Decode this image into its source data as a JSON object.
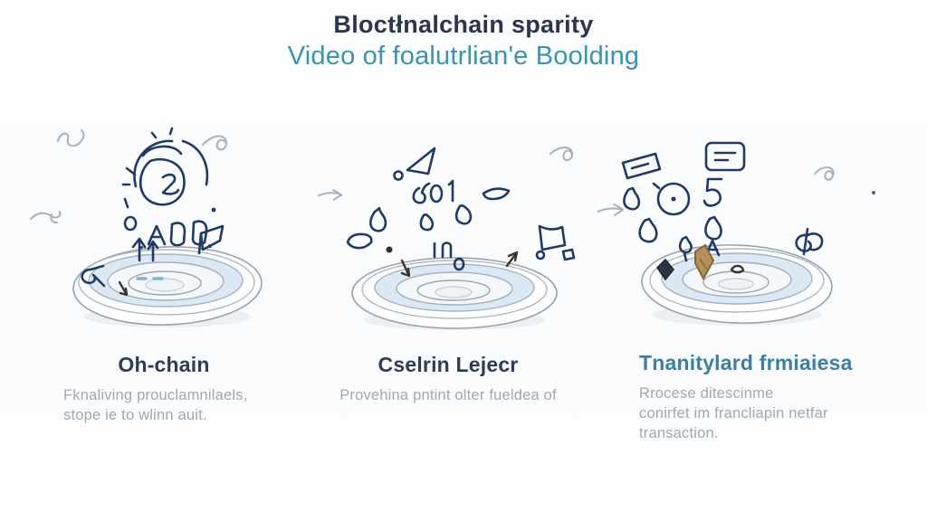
{
  "page": {
    "background_color": "#fbfcfd",
    "title": "Bloctłnalchain sparity",
    "title_color": "#2b3550",
    "subtitle": "Video of foalutrlian'e Boolding",
    "subtitle_color": "#3a93b0",
    "description_color": "#a2a8af"
  },
  "sketch_colors": {
    "squiggle_line": "#a4b1be",
    "icon_navy": "#1f3a66",
    "dark_brown": "#3a362e",
    "bowl_line": "#97a2ae",
    "water_blue": "#dce9f4",
    "gold_gem": "#b5905a"
  },
  "sections": [
    {
      "id": "on-chain",
      "heading": "Oh-chain",
      "heading_color": "#2d3c59",
      "description": "Fknaliving prouclamnilaels,\nstope ie to wlinn auit.",
      "illustration": "sketched ripple bowl with clock doodle, house shapes, up arrows, pennant flag and scribbles",
      "icons": [
        "clock-doodle",
        "house-shapes",
        "up-arrows",
        "pennant-flag",
        "r-scribble",
        "falling-arrow",
        "squiggles"
      ]
    },
    {
      "id": "central-ledger",
      "heading": "Cselrin Lejecr",
      "heading_color": "#2d3c59",
      "description": "Provehina pntint olter fueldea of",
      "illustration": "sketched ripple bowl with falling droplet tokens, pennant flags, digits and leaf",
      "icons": [
        "pennant-flag",
        "digit-tokens",
        "droplets",
        "leaf",
        "flag-card",
        "arrows",
        "squiggles"
      ]
    },
    {
      "id": "transactions",
      "heading": "Tnanitylard frmiaiesa",
      "heading_color": "#3b7fa9",
      "description": "Rrocese ditescinme\nconirfet im francliapin netfar\ntransaction.",
      "illustration": "sketched ripple bowl with message card, clock, droplets and a gold gem",
      "icons": [
        "message-card",
        "tilted-card",
        "clock",
        "digit-five",
        "droplets",
        "gold-gem",
        "dark-gem",
        "r-scribble",
        "squiggles"
      ]
    }
  ]
}
